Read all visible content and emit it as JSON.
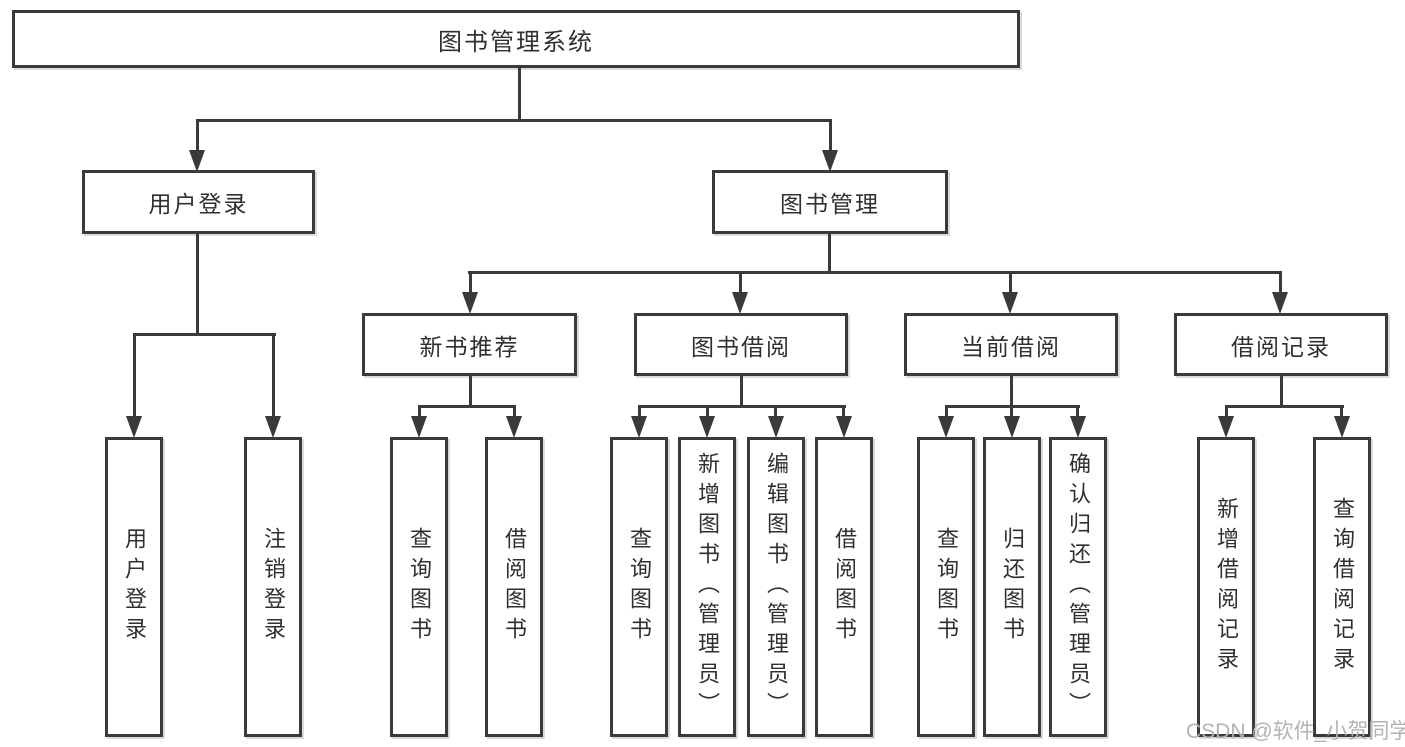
{
  "tree": {
    "label": "图书管理系统",
    "children": [
      {
        "label": "用户登录",
        "children": [
          {
            "label": "用户登录"
          },
          {
            "label": "注销登录"
          }
        ]
      },
      {
        "label": "图书管理",
        "children": [
          {
            "label": "新书推荐",
            "children": [
              {
                "label": "查询图书"
              },
              {
                "label": "借阅图书"
              }
            ]
          },
          {
            "label": "图书借阅",
            "children": [
              {
                "label": "查询图书"
              },
              {
                "label": "新增图书（管理员）"
              },
              {
                "label": "编辑图书（管理员）"
              },
              {
                "label": "借阅图书"
              }
            ]
          },
          {
            "label": "当前借阅",
            "children": [
              {
                "label": "查询图书"
              },
              {
                "label": "归还图书"
              },
              {
                "label": "确认归还（管理员）"
              }
            ]
          },
          {
            "label": "借阅记录",
            "children": [
              {
                "label": "新增借阅记录"
              },
              {
                "label": "查询借阅记录"
              }
            ]
          }
        ]
      }
    ]
  },
  "watermark": {
    "text": "CSDN @软件_小贺同学"
  },
  "colors": {
    "line": "#3a3a3a",
    "text": "#303030",
    "watermark": "#b3b3b3",
    "bg": "#ffffff"
  }
}
